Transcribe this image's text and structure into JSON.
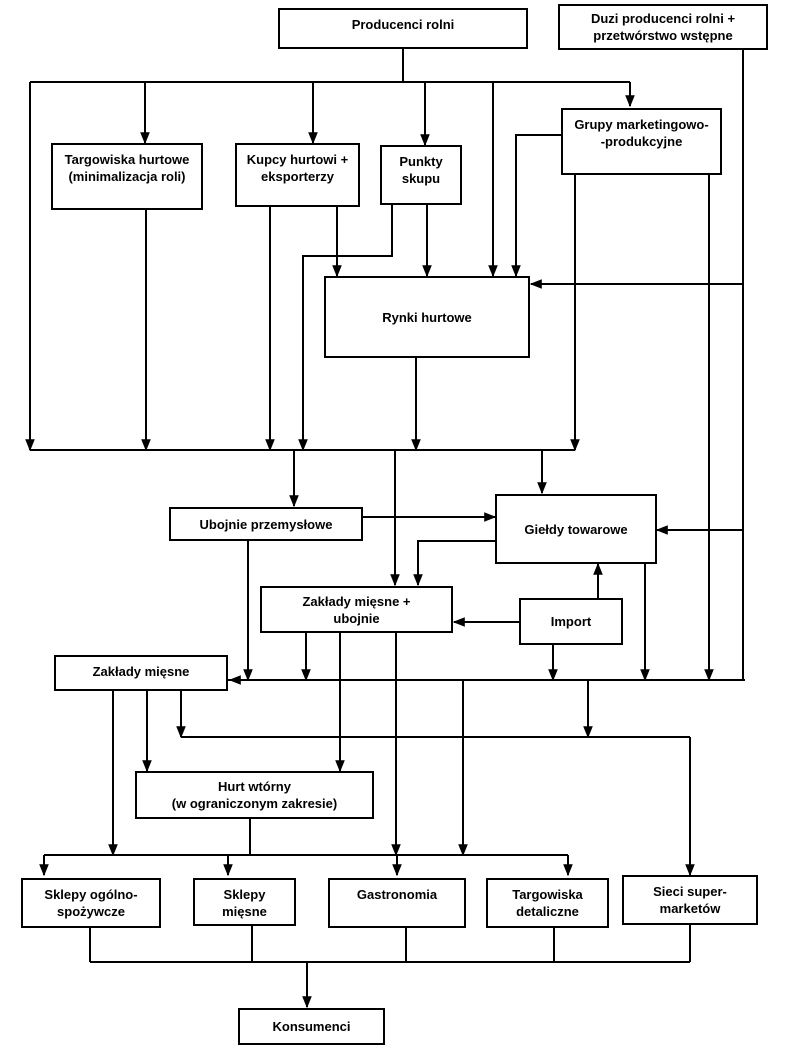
{
  "diagram": {
    "nodes": {
      "producenci_rolni": [
        "Producenci rolni"
      ],
      "duzi_producenci": [
        "Duzi producenci rolni +",
        "przetwórstwo wstępne"
      ],
      "targowiska_hurtowe": [
        "Targowiska hurtowe",
        "(minimalizacja roli)"
      ],
      "kupcy_hurtowi": [
        "Kupcy hurtowi +",
        "eksporterzy"
      ],
      "punkty_skupu": [
        "Punkty",
        "skupu"
      ],
      "grupy_marketingowe": [
        "Grupy marketingowo-",
        "-produkcyjne"
      ],
      "rynki_hurtowe": [
        "Rynki hurtowe"
      ],
      "ubojnie_przemyslowe": [
        "Ubojnie przemysłowe"
      ],
      "gieldy_towarowe": [
        "Giełdy towarowe"
      ],
      "zaklady_miesne_ubojnie": [
        "Zakłady mięsne +",
        "ubojnie"
      ],
      "import": [
        "Import"
      ],
      "zaklady_miesne": [
        "Zakłady mięsne"
      ],
      "hurt_wtorny": [
        "Hurt wtórny",
        "(w ograniczonym  zakresie)"
      ],
      "sklepy_ogolnospozywcze": [
        "Sklepy ogólno-",
        "spożywcze"
      ],
      "sklepy_miesne": [
        "Sklepy",
        "mięsne"
      ],
      "gastronomia": [
        "Gastronomia"
      ],
      "targowiska_detaliczne": [
        "Targowiska",
        "detaliczne"
      ],
      "sieci_supermarketow": [
        "Sieci super-",
        "marketów"
      ],
      "konsumenci": [
        "Konsumenci"
      ]
    },
    "edges": [
      {
        "from": "producenci_rolni",
        "to": "targowiska_hurtowe"
      },
      {
        "from": "producenci_rolni",
        "to": "kupcy_hurtowi"
      },
      {
        "from": "producenci_rolni",
        "to": "punkty_skupu"
      },
      {
        "from": "producenci_rolni",
        "to": "grupy_marketingowe"
      },
      {
        "from": "producenci_rolni",
        "to": "rynki_hurtowe"
      },
      {
        "from": "producenci_rolni",
        "to": "processing_bus"
      },
      {
        "from": "kupcy_hurtowi",
        "to": "rynki_hurtowe"
      },
      {
        "from": "kupcy_hurtowi",
        "to": "processing_bus"
      },
      {
        "from": "punkty_skupu",
        "to": "rynki_hurtowe"
      },
      {
        "from": "punkty_skupu",
        "to": "processing_bus"
      },
      {
        "from": "grupy_marketingowe",
        "to": "rynki_hurtowe"
      },
      {
        "from": "grupy_marketingowe",
        "to": "processing_bus"
      },
      {
        "from": "grupy_marketingowe",
        "to": "distribution_bus"
      },
      {
        "from": "duzi_producenci",
        "to": "rynki_hurtowe"
      },
      {
        "from": "duzi_producenci",
        "to": "gieldy_towarowe"
      },
      {
        "from": "duzi_producenci",
        "to": "distribution_bus"
      },
      {
        "from": "targowiska_hurtowe",
        "to": "processing_bus"
      },
      {
        "from": "rynki_hurtowe",
        "to": "processing_bus"
      },
      {
        "from": "processing_bus",
        "to": "ubojnie_przemyslowe"
      },
      {
        "from": "processing_bus",
        "to": "zaklady_miesne_ubojnie"
      },
      {
        "from": "processing_bus",
        "to": "gieldy_towarowe"
      },
      {
        "from": "ubojnie_przemyslowe",
        "to": "gieldy_towarowe"
      },
      {
        "from": "ubojnie_przemyslowe",
        "to": "distribution_bus"
      },
      {
        "from": "gieldy_towarowe",
        "to": "zaklady_miesne_ubojnie"
      },
      {
        "from": "gieldy_towarowe",
        "to": "distribution_bus"
      },
      {
        "from": "import",
        "to": "gieldy_towarowe"
      },
      {
        "from": "import",
        "to": "zaklady_miesne_ubojnie"
      },
      {
        "from": "import",
        "to": "distribution_bus"
      },
      {
        "from": "zaklady_miesne_ubojnie",
        "to": "distribution_bus"
      },
      {
        "from": "zaklady_miesne_ubojnie",
        "to": "hurt_wtorny"
      },
      {
        "from": "zaklady_miesne_ubojnie",
        "to": "retail_bus"
      },
      {
        "from": "distribution_bus",
        "to": "zaklady_miesne"
      },
      {
        "from": "distribution_bus",
        "to": "supermarket_bus"
      },
      {
        "from": "distribution_bus",
        "to": "retail_bus"
      },
      {
        "from": "zaklady_miesne",
        "to": "hurt_wtorny"
      },
      {
        "from": "zaklady_miesne",
        "to": "retail_bus"
      },
      {
        "from": "zaklady_miesne",
        "to": "supermarket_bus"
      },
      {
        "from": "hurt_wtorny",
        "to": "sklepy_ogolnospozywcze"
      },
      {
        "from": "hurt_wtorny",
        "to": "sklepy_miesne"
      },
      {
        "from": "hurt_wtorny",
        "to": "gastronomia"
      },
      {
        "from": "hurt_wtorny",
        "to": "targowiska_detaliczne"
      },
      {
        "from": "supermarket_bus",
        "to": "sieci_supermarketow"
      },
      {
        "from": "sklepy_ogolnospozywcze",
        "to": "konsumenci"
      },
      {
        "from": "sklepy_miesne",
        "to": "konsumenci"
      },
      {
        "from": "gastronomia",
        "to": "konsumenci"
      },
      {
        "from": "targowiska_detaliczne",
        "to": "konsumenci"
      },
      {
        "from": "sieci_supermarketow",
        "to": "konsumenci"
      }
    ]
  }
}
